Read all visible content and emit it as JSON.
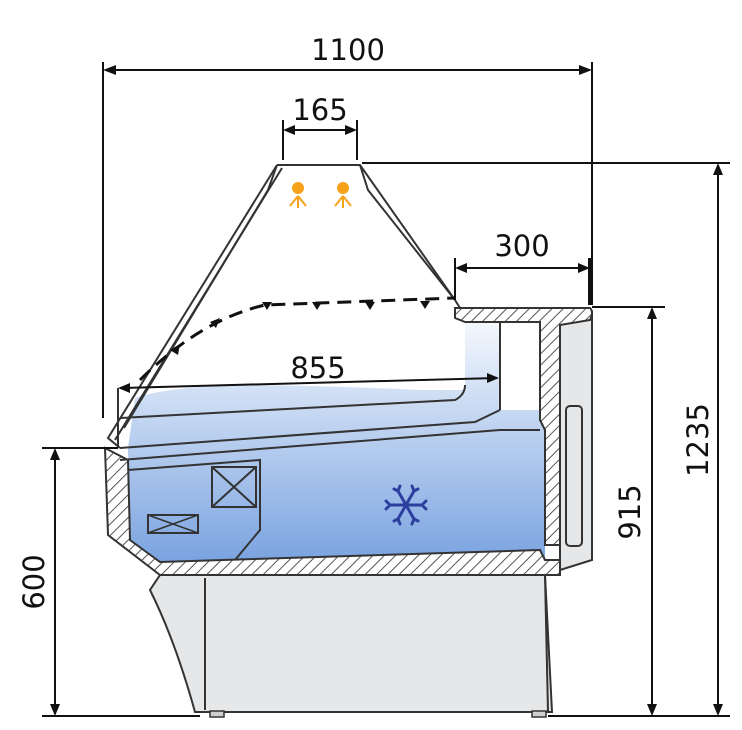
{
  "drawing": {
    "dimensions": {
      "overall_width": "1100",
      "light_width": "165",
      "top_shelf_depth": "300",
      "display_depth": "855",
      "total_height": "1235",
      "counter_height": "915",
      "front_height": "600"
    },
    "icons": {
      "freeze": "snowflake-icon",
      "lamp": "lamp-icon"
    },
    "colors": {
      "line": "#333333",
      "hatch": "#555555",
      "cabinet_fill": "#e6e7e8",
      "display_top": "#f4f8fd",
      "display_bottom": "#7aa3e0",
      "lamp": "#f6a21a",
      "snowflake": "#2c3e9e"
    }
  }
}
